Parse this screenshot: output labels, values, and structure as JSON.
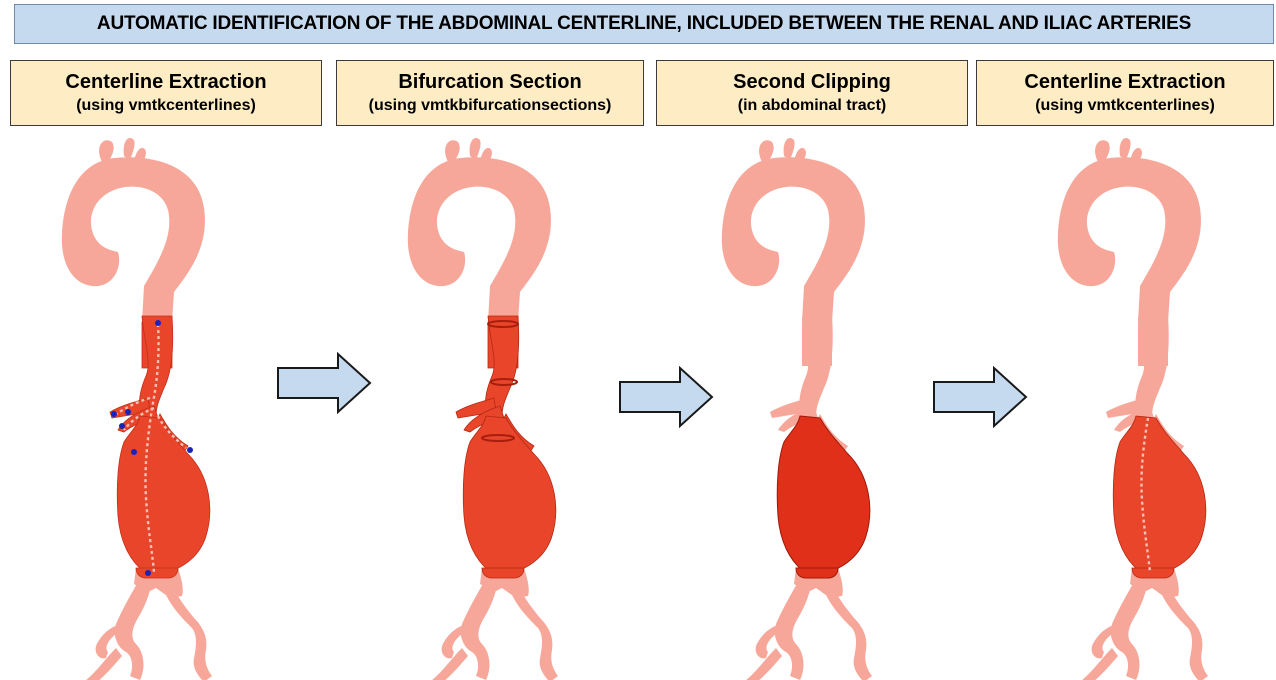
{
  "banner": {
    "text": "AUTOMATIC IDENTIFICATION OF THE ABDOMINAL CENTERLINE, INCLUDED BETWEEN THE RENAL AND ILIAC ARTERIES"
  },
  "steps": [
    {
      "title": "Centerline Extraction",
      "subtitle": "(using vmtkcenterlines)"
    },
    {
      "title": "Bifurcation Section",
      "subtitle": "(using vmtkbifurcationsections)"
    },
    {
      "title": "Second Clipping",
      "subtitle": "(in abdominal tract)"
    },
    {
      "title": "Centerline Extraction",
      "subtitle": "(using vmtkcenterlines)"
    }
  ],
  "colors": {
    "banner_bg": "#c5d9ef",
    "step_bg": "#fdecc4",
    "vessel_faded": "#f7a79a",
    "vessel_highlight": "#e8452a",
    "vessel_strong": "#e0301a",
    "arrow_fill": "#c5d9ef",
    "arrow_stroke": "#1a1a1a",
    "endpoint_marker": "#1a23b8"
  },
  "icons": {
    "arrow": "right-arrow-icon",
    "vessel": "aorta-model-icon"
  }
}
